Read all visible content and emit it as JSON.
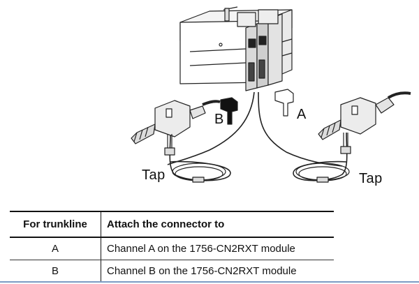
{
  "figure": {
    "labels": {
      "tap_left": "Tap",
      "tap_right": "Tap",
      "connector_b": "B",
      "connector_a": "A"
    }
  },
  "table": {
    "headers": [
      "For trunkline",
      "Attach the connector to"
    ],
    "rows": [
      {
        "trunkline": "A",
        "attach_to": "Channel A on the 1756-CN2RXT module"
      },
      {
        "trunkline": "B",
        "attach_to": "Channel B on the 1756-CN2RXT module"
      }
    ]
  }
}
